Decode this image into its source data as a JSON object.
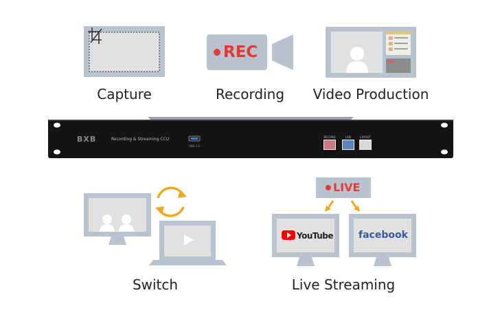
{
  "labels": {
    "capture": "Capture",
    "recording": "Recording",
    "video_production": "Video Production",
    "switch": "Switch",
    "live_streaming": "Live Streaming"
  },
  "badges": {
    "rec": "REC",
    "live": "LIVE"
  },
  "device": {
    "logo": "BXB",
    "model": "Recording & Streaming CCU",
    "usb_label": "USB 3.0",
    "buttons": [
      {
        "label": "RECORD",
        "color": "#c9777d"
      },
      {
        "label": "LIVE",
        "color": "#5a86bd"
      },
      {
        "label": "LAYOUT",
        "color": "#d9d9d9"
      }
    ]
  },
  "platforms": {
    "youtube": "YouTube",
    "facebook": "facebook"
  },
  "colors": {
    "icon_gray": "#b8c3cf",
    "icon_light": "#e1e1e1",
    "rec_red": "#e53935",
    "arrow_orange": "#f0a81e",
    "facebook_blue": "#3b5998",
    "youtube_red": "#ff0000"
  }
}
